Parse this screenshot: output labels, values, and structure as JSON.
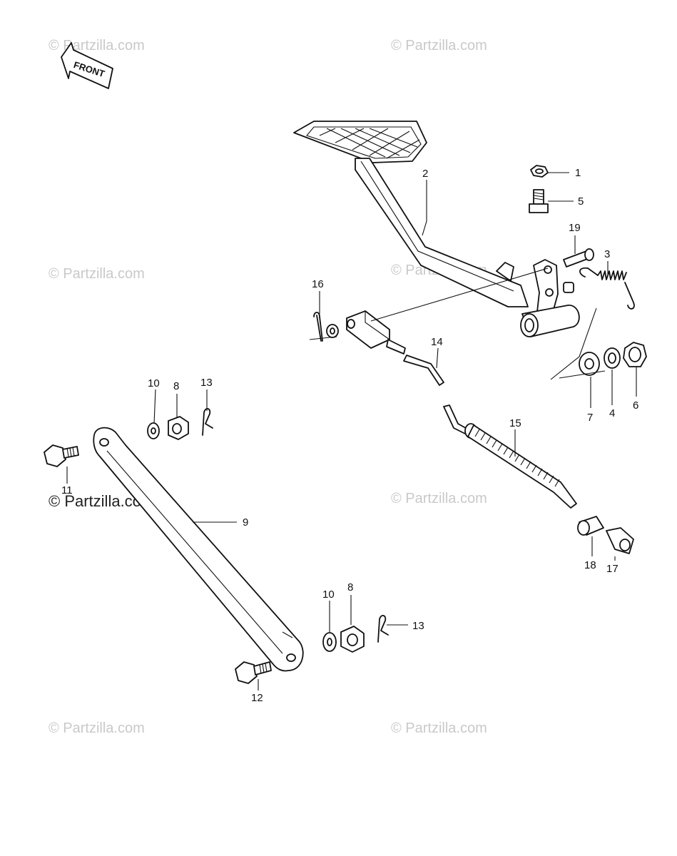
{
  "front_label": "FRONT",
  "watermarks": [
    "© Partzilla.com",
    "© Partzilla.com",
    "© Partzilla.com",
    "© Partzilla.com",
    "© Partzilla.com",
    "© Partzilla.com",
    "© Partzilla.com",
    "© Partzilla.com"
  ],
  "callouts": {
    "c1": "1",
    "c2": "2",
    "c3": "3",
    "c4": "4",
    "c5": "5",
    "c6": "6",
    "c7": "7",
    "c8a": "8",
    "c8b": "8",
    "c9": "9",
    "c10a": "10",
    "c10b": "10",
    "c11": "11",
    "c12": "12",
    "c13a": "13",
    "c13b": "13",
    "c14": "14",
    "c15": "15",
    "c16": "16",
    "c17": "17",
    "c18": "18",
    "c19": "19"
  }
}
